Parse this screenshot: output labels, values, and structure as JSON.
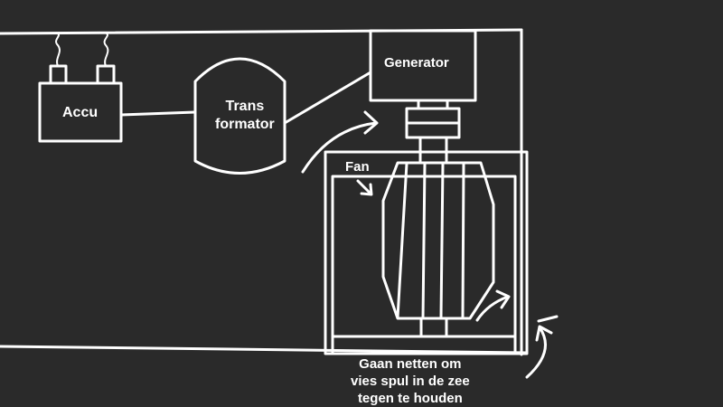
{
  "labels": {
    "accu": "Accu",
    "transformer_line1": "Trans",
    "transformer_line2": "formator",
    "generator": "Generator",
    "fan": "Fan",
    "note_line1": "Gaan netten om",
    "note_line2": "vies spul in de zee",
    "note_line3": "tegen te houden"
  },
  "colors": {
    "background": "#2a2a2a",
    "stroke": "#ffffff"
  }
}
